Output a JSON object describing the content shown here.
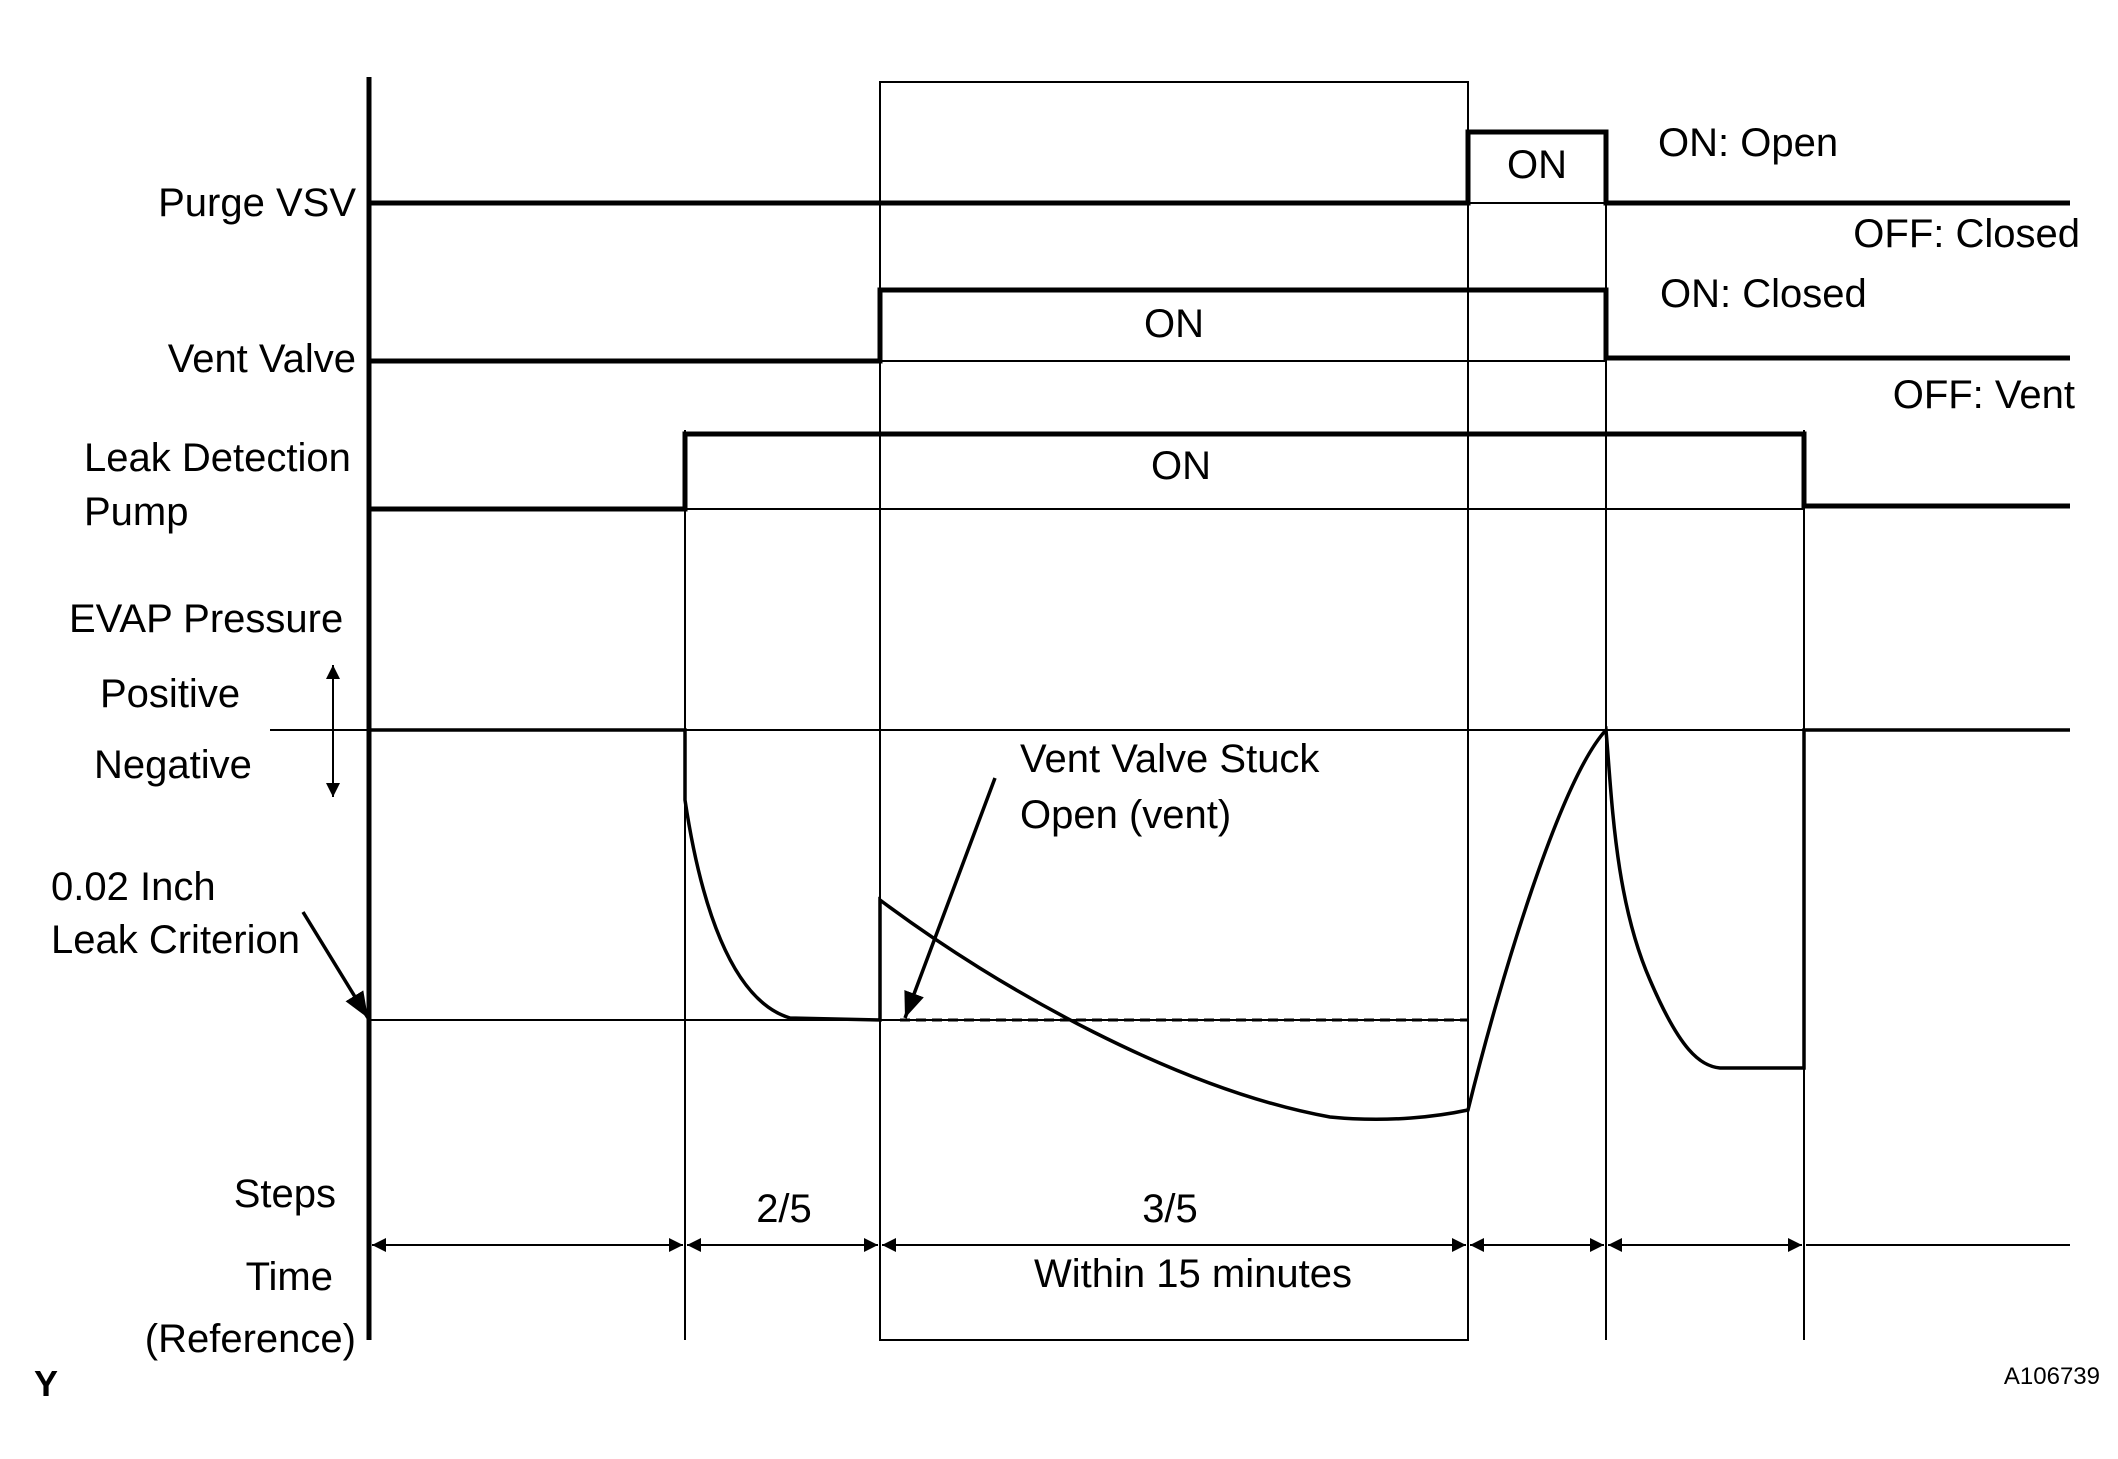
{
  "signals": {
    "purge_vsv": "Purge VSV",
    "vent_valve": "Vent Valve",
    "pump_line1": "Leak Detection",
    "pump_line2": "Pump",
    "evap_pressure": "EVAP Pressure",
    "positive": "Positive",
    "negative": "Negative",
    "leak_line1": "0.02 Inch",
    "leak_line2": "Leak Criterion"
  },
  "states": {
    "on": "ON",
    "on_open": "ON: Open",
    "off_closed": "OFF: Closed",
    "on_closed": "ON: Closed",
    "off_vent": "OFF: Vent"
  },
  "annotation": {
    "stuck_line1": "Vent Valve Stuck",
    "stuck_line2": "Open (vent)"
  },
  "timeline": {
    "steps": "Steps",
    "time": "Time",
    "reference": "(Reference)",
    "step_2_5": "2/5",
    "step_3_5": "3/5",
    "within": "Within 15 minutes"
  },
  "corner_letter": "Y",
  "figure_id": "A106739"
}
